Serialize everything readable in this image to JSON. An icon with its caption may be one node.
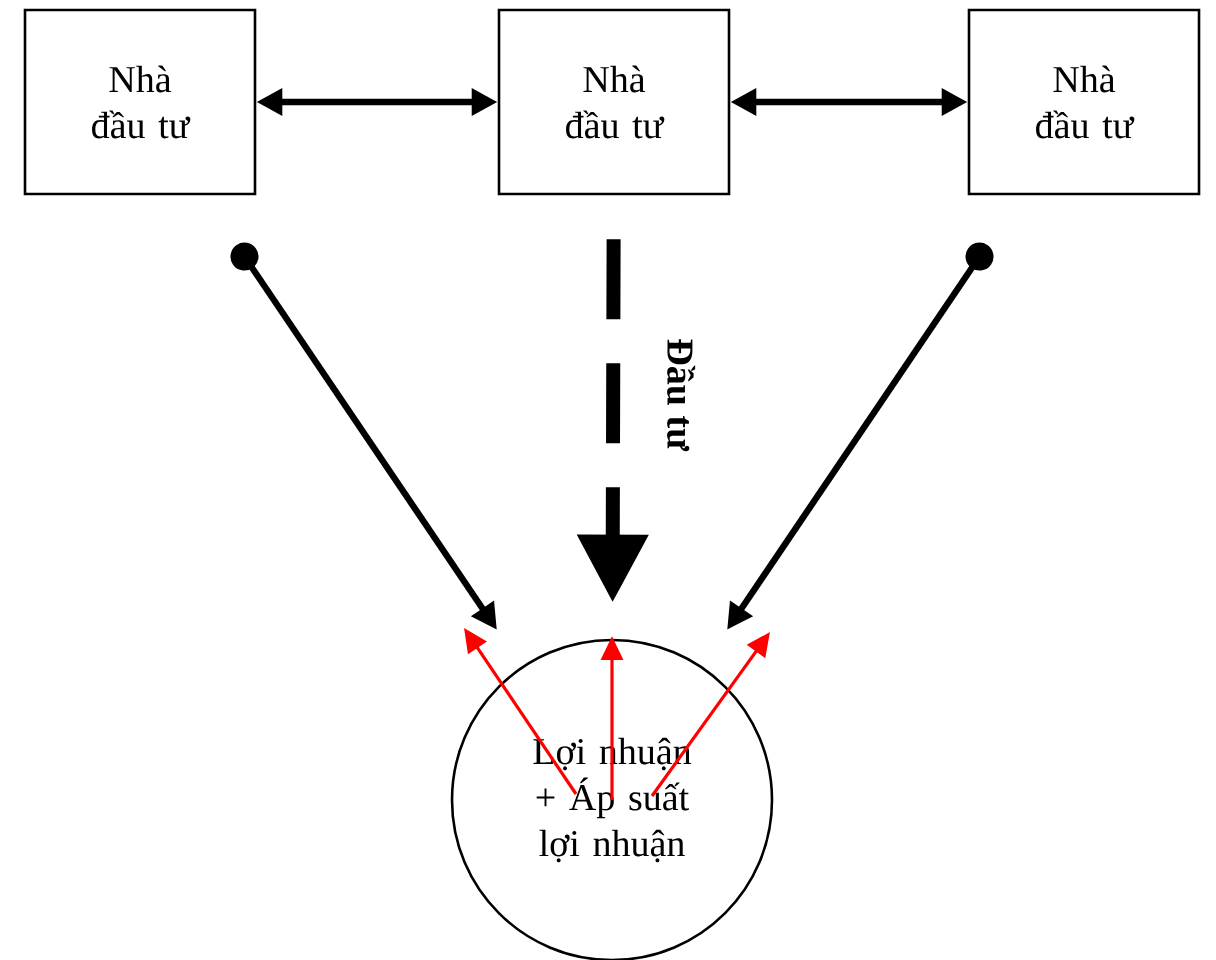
{
  "diagram": {
    "nodes": [
      {
        "text": [
          "Nhà đầu tư"
        ]
      },
      {
        "text": [
          "Nhà đầu tư"
        ]
      },
      {
        "text": [
          "Nhà đầu tư"
        ]
      },
      {
        "text": [
          "Lợi nhuận + Áp suất lợi nhuận"
        ]
      }
    ],
    "edges": [
      {
        "from": 0,
        "to": 1,
        "arrow": "both"
      },
      {
        "from": 1,
        "to": 2,
        "arrow": "both"
      },
      {
        "from": 0,
        "to": 3,
        "arrow": "to"
      },
      {
        "from": 1,
        "to": 3,
        "arrow": "to",
        "style": "dashed",
        "label": "**Đầu tư**"
      },
      {
        "from": 2,
        "to": 3,
        "arrow": "to"
      },
      {
        "from": 3,
        "to": null,
        "arrow": "to",
        "color": "#ff0000"
      },
      {
        "from": 3,
        "to": null,
        "arrow": "to",
        "color": "#ff0000"
      },
      {
        "from": 3,
        "to": null,
        "arrow": "to",
        "color": "#ff0000"
      }
    ]
  }
}
